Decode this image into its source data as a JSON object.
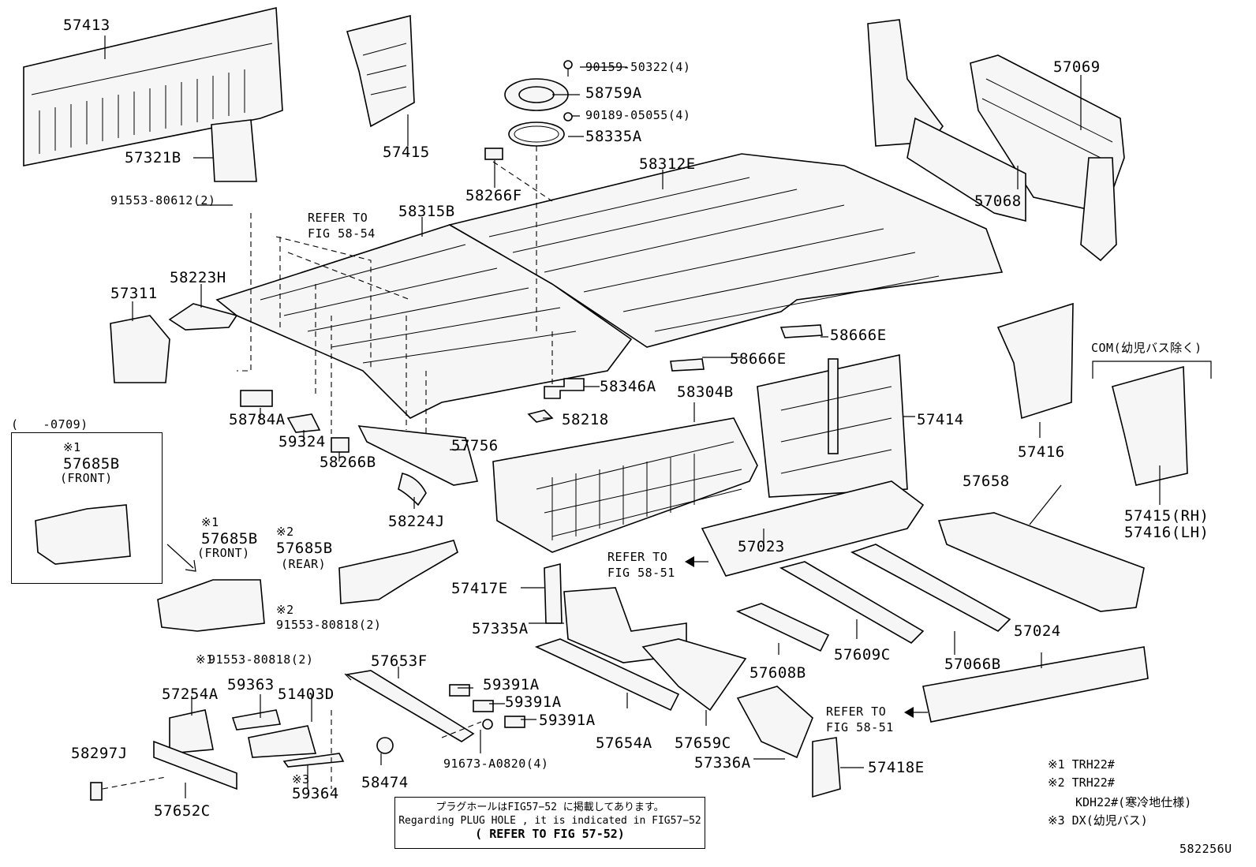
{
  "diagram": {
    "part_labels": [
      "57413",
      "57321B",
      "57415",
      "90159-50322(4)",
      "58759A",
      "90189-05055(4)",
      "58335A",
      "58266F",
      "57069",
      "57068",
      "58312E",
      "91553-80612(2)",
      "REFER TO",
      "FIG 58-54",
      "58315B",
      "58223H",
      "57311",
      "58666E",
      "58666E",
      "58346A",
      "58218",
      "58784A",
      "59324",
      "58266B",
      "57756",
      "58224J",
      "58304B",
      "57414",
      "57416",
      "57685B",
      "(FRONT)",
      "57685B",
      "(FRONT)",
      "57685B",
      "(REAR)",
      "91553-80818(2)",
      "91553-80818(2)",
      "REFER TO",
      "FIG 58-51",
      "57023",
      "57658",
      "57415(RH)",
      "57416(LH)",
      "57417E",
      "57335A",
      "57609C",
      "57608B",
      "57066B",
      "57024",
      "57653F",
      "59391A",
      "59391A",
      "59391A",
      "57254A",
      "59363",
      "51403D",
      "58297J",
      "57652C",
      "59364",
      "58474",
      "91673-A0820(4)",
      "57654A",
      "57659C",
      "57336A",
      "57418E",
      "REFER TO",
      "FIG 58-51"
    ],
    "inset_header": "(　　-0709)",
    "com_header": "COM(幼児バス除く)",
    "marks": {
      "m1": "※1",
      "m2": "※2",
      "m3": "※3"
    },
    "legend": {
      "line1": "※1 TRH22#",
      "line2": "※2 TRH22#",
      "line3": "KDH22#(寒冷地仕様)",
      "line4": "※3 DX(幼児バス)"
    },
    "note": {
      "jp": "プラグホールはFIG57−52 に掲載してあります。",
      "en": "Regarding PLUG HOLE , it is indicated in FIG57−52",
      "ref": "( REFER TO FIG 57-52)"
    },
    "figure_code": "582256U"
  }
}
